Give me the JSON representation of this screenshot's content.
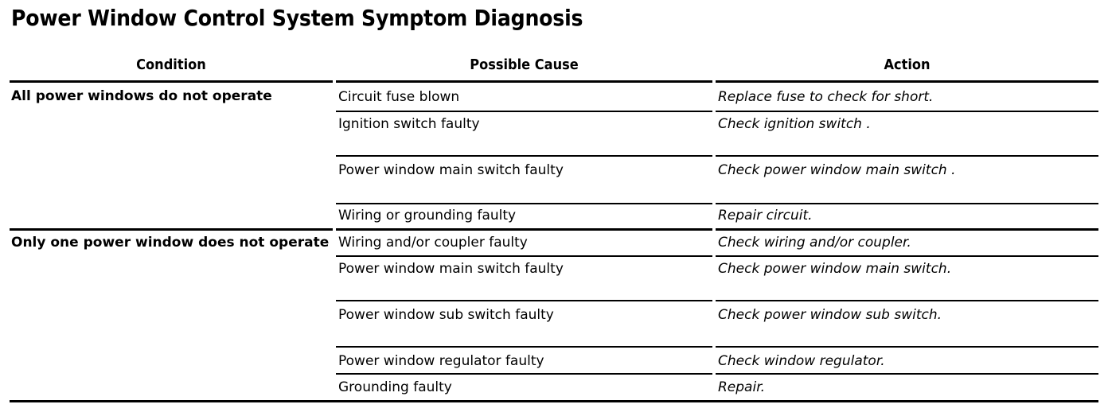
{
  "document": {
    "title": "Power Window Control System Symptom Diagnosis"
  },
  "table": {
    "headers": {
      "condition": "Condition",
      "possible_cause": "Possible Cause",
      "action": "Action"
    },
    "groups": [
      {
        "condition": "All power windows do not operate",
        "rows": [
          {
            "possible_cause": "Circuit fuse blown",
            "action": "Replace fuse to check for short."
          },
          {
            "possible_cause": "Ignition switch faulty",
            "action": "Check ignition switch ."
          },
          {
            "possible_cause": "Power window main switch faulty",
            "action": "Check power window main switch ."
          },
          {
            "possible_cause": "Wiring or grounding faulty",
            "action": "Repair circuit."
          }
        ]
      },
      {
        "condition": "Only one power window does not operate",
        "rows": [
          {
            "possible_cause": "Wiring and/or coupler faulty",
            "action": "Check wiring and/or coupler."
          },
          {
            "possible_cause": "Power window main switch faulty",
            "action": "Check power window main switch."
          },
          {
            "possible_cause": "Power window sub switch faulty",
            "action": "Check power window sub switch."
          },
          {
            "possible_cause": "Power window regulator faulty",
            "action": "Check window regulator."
          },
          {
            "possible_cause": "Grounding faulty",
            "action": "Repair."
          }
        ]
      }
    ]
  }
}
